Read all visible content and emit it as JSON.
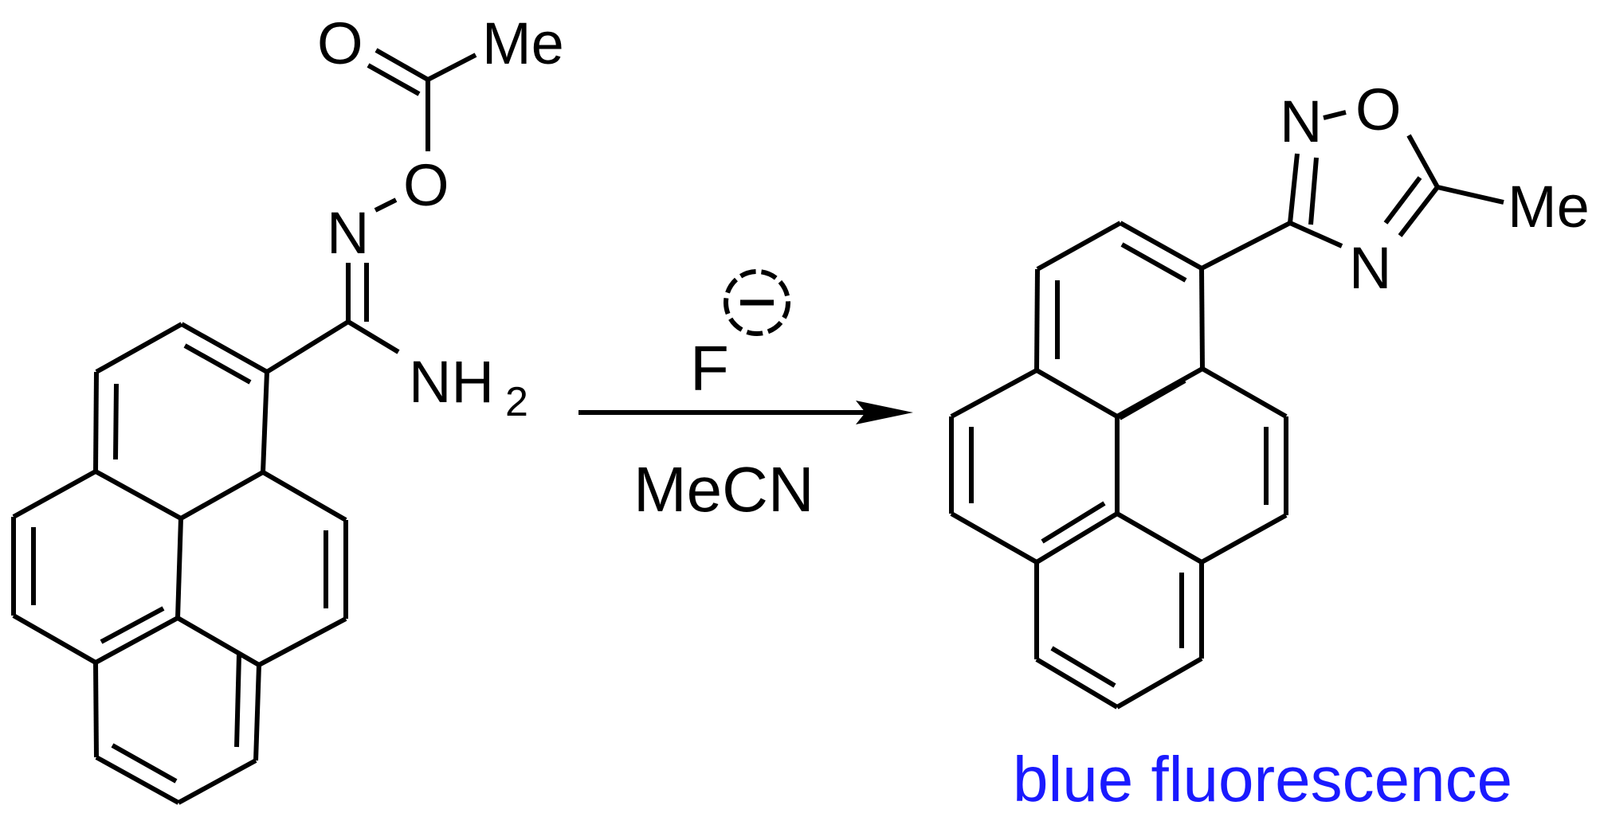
{
  "reactant": {
    "labels": {
      "carbonyl_o": "O",
      "methyl": "Me",
      "ester_o": "O",
      "imine_n": "N",
      "amine": "NH",
      "amine_sub": "2"
    }
  },
  "reaction": {
    "reagent": "F",
    "charge": "−",
    "solvent": "MeCN"
  },
  "product": {
    "labels": {
      "ring_n2": "N",
      "ring_o": "O",
      "ring_n4": "N",
      "methyl": "Me"
    },
    "note": "blue fluorescence",
    "note_color": "#1a1aff"
  }
}
